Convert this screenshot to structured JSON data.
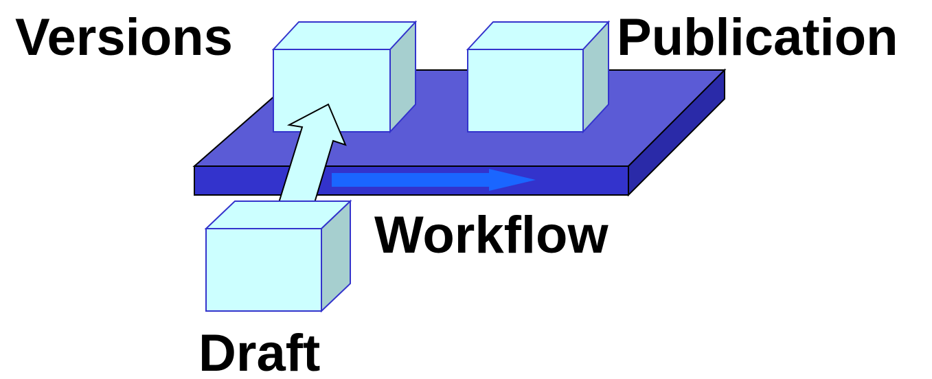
{
  "labels": {
    "versions": "Versions",
    "publication": "Publication",
    "workflow": "Workflow",
    "draft": "Draft"
  },
  "colors": {
    "platform_top": "#5b5bd6",
    "platform_front": "#3333cc",
    "platform_side": "#2a2aa8",
    "outline": "#000000",
    "box_front": "#ccffff",
    "box_side": "#a6cfcf",
    "box_top": "#ccffff",
    "box_edge": "#3333cc",
    "flow_arrow": "#1a66ff",
    "up_arrow_fill": "#ccffff",
    "text": "#000000"
  },
  "icons": {
    "versions_box": "cube-icon",
    "publication_box": "cube-icon",
    "draft_box": "cube-icon",
    "workflow_arrow": "right-arrow-icon",
    "promote_arrow": "up-arrow-icon"
  }
}
